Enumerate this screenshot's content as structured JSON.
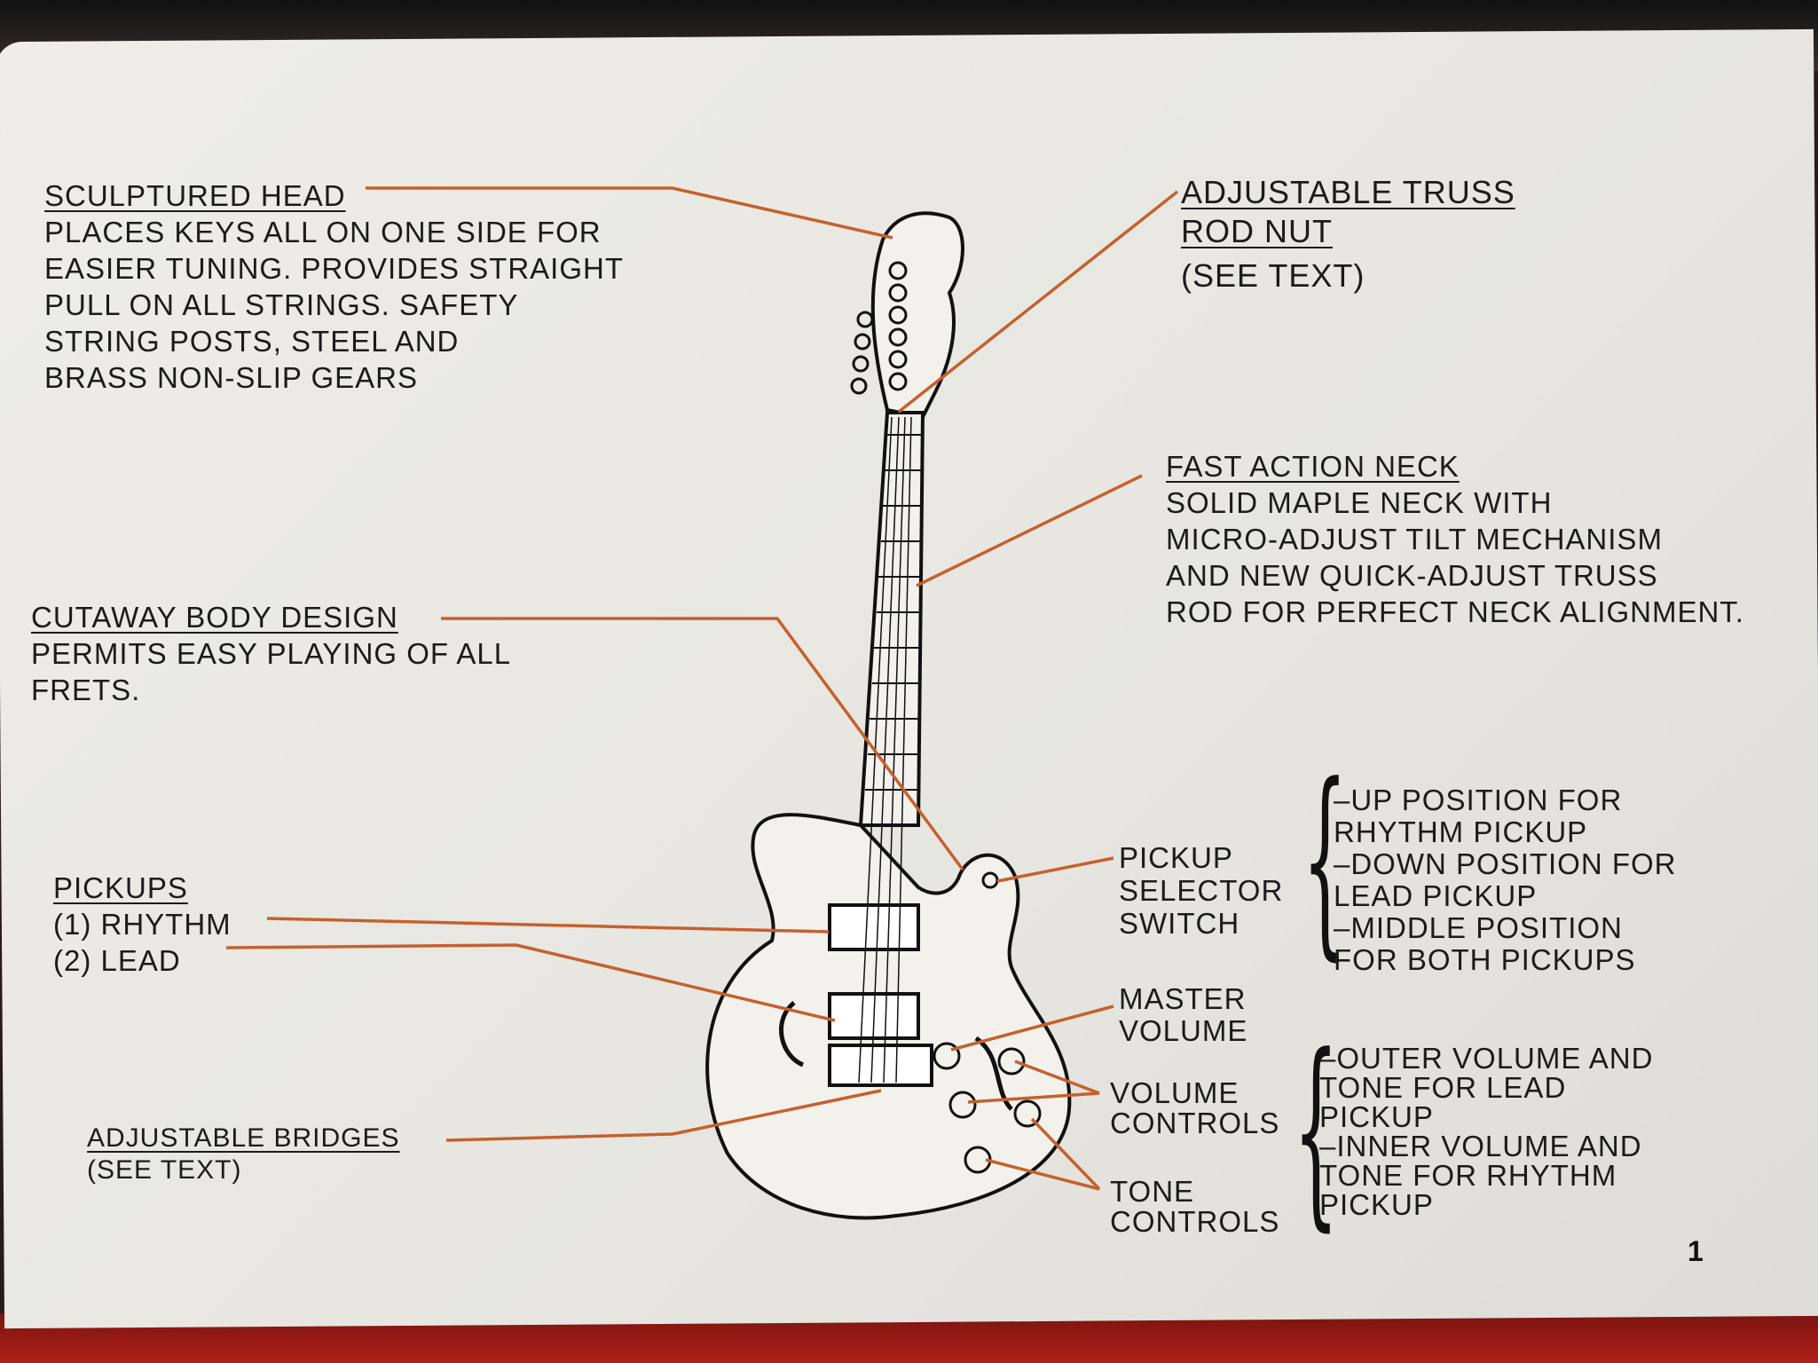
{
  "labels": {
    "sculptured_head": {
      "title": "SCULPTURED HEAD",
      "lines": [
        "PLACES KEYS ALL ON ONE SIDE FOR",
        "EASIER TUNING.  PROVIDES STRAIGHT",
        "PULL ON ALL STRINGS.  SAFETY",
        "STRING POSTS, STEEL AND",
        "BRASS NON-SLIP GEARS"
      ]
    },
    "truss_rod": {
      "title_lines": [
        "ADJUSTABLE TRUSS",
        "ROD NUT"
      ],
      "note": "(SEE TEXT)"
    },
    "fast_action_neck": {
      "title": "FAST ACTION NECK",
      "lines": [
        "SOLID MAPLE NECK WITH",
        "MICRO-ADJUST TILT MECHANISM",
        "AND NEW QUICK-ADJUST TRUSS",
        "ROD FOR PERFECT NECK ALIGNMENT."
      ]
    },
    "cutaway": {
      "title": "CUTAWAY BODY DESIGN",
      "lines": [
        "PERMITS EASY PLAYING OF ALL",
        "FRETS."
      ]
    },
    "pickups": {
      "title": "PICKUPS",
      "rhythm": "(1)  RHYTHM",
      "lead": "(2)  LEAD"
    },
    "bridges": {
      "title": "ADJUSTABLE BRIDGES",
      "note": "(SEE TEXT)"
    },
    "pickup_selector": {
      "lines": [
        "PICKUP",
        "SELECTOR",
        "SWITCH"
      ]
    },
    "master_volume": {
      "lines": [
        "MASTER",
        "VOLUME"
      ]
    },
    "volume_controls": {
      "lines": [
        "VOLUME",
        "CONTROLS"
      ]
    },
    "tone_controls": {
      "lines": [
        "TONE",
        "CONTROLS"
      ]
    },
    "selector_notes": [
      "–UP POSITION FOR",
      "RHYTHM PICKUP",
      "–DOWN POSITION FOR",
      "LEAD PICKUP",
      "–MIDDLE POSITION",
      "FOR BOTH PICKUPS"
    ],
    "controls_notes": [
      "–OUTER VOLUME AND",
      "TONE FOR LEAD",
      "PICKUP",
      "–INNER VOLUME AND",
      "TONE FOR RHYTHM",
      "PICKUP"
    ]
  },
  "page_number": "1",
  "colors": {
    "leader": "#c4612e",
    "paper": "#ecebe6",
    "ink": "#1b1b1b"
  }
}
